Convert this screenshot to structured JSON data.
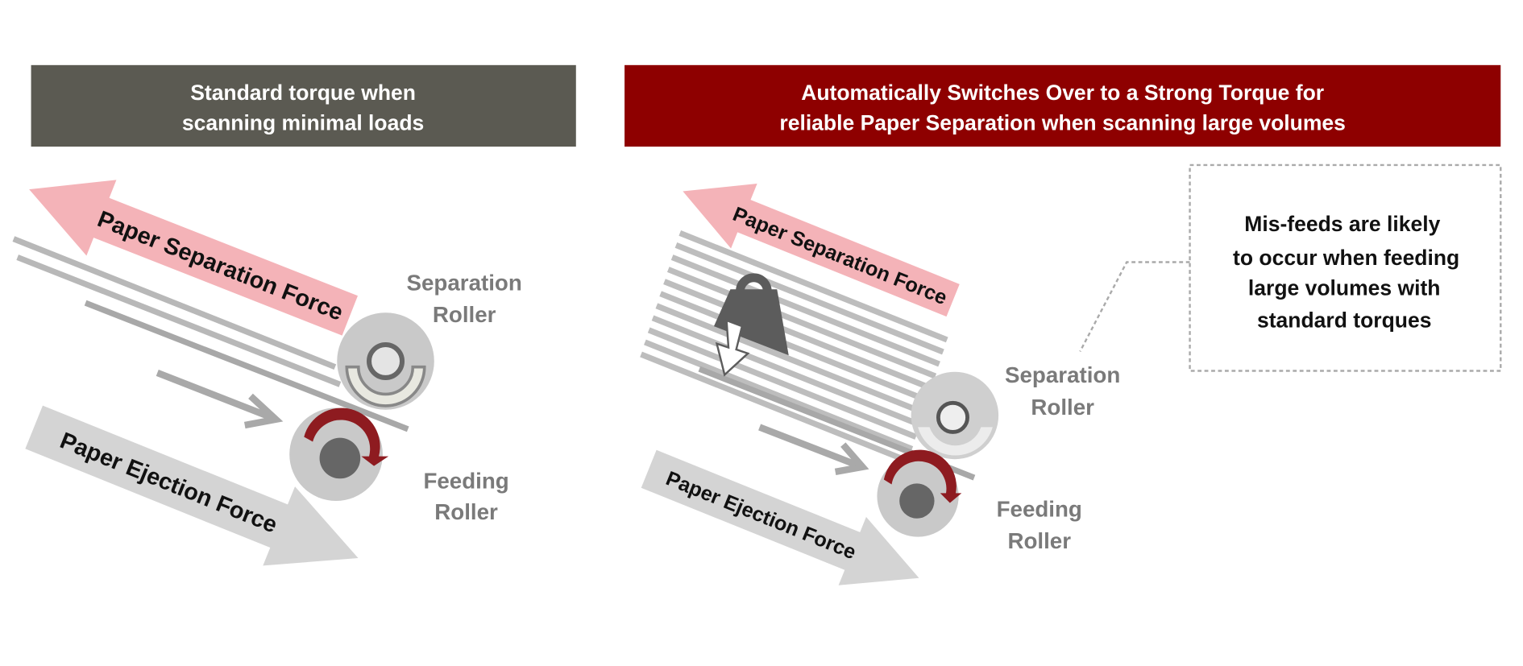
{
  "left_panel": {
    "header_lines": [
      "Standard torque when",
      "scanning minimal loads"
    ],
    "header_color": "#5b5a52",
    "separation_force": "Paper Separation Force",
    "ejection_force": "Paper Ejection Force",
    "separation_roller": [
      "Separation",
      "Roller"
    ],
    "feeding_roller": [
      "Feeding",
      "Roller"
    ]
  },
  "right_panel": {
    "header_lines": [
      "Automatically Switches Over to a Strong Torque for",
      "reliable Paper Separation when scanning large volumes"
    ],
    "header_color": "#8e0000",
    "separation_force": "Paper Separation Force",
    "ejection_force": "Paper Ejection Force",
    "separation_roller": [
      "Separation",
      "Roller"
    ],
    "feeding_roller": [
      "Feeding",
      "Roller"
    ],
    "note_lines": [
      "Mis-feeds are likely",
      "to occur when feeding",
      "large volumes with",
      "standard torques"
    ]
  },
  "colors": {
    "separation_arrow": "#f4b3b8",
    "ejection_arrow": "#d4d4d4",
    "roller": "#c9c9c9",
    "torque_arc": "#8e1b20"
  }
}
